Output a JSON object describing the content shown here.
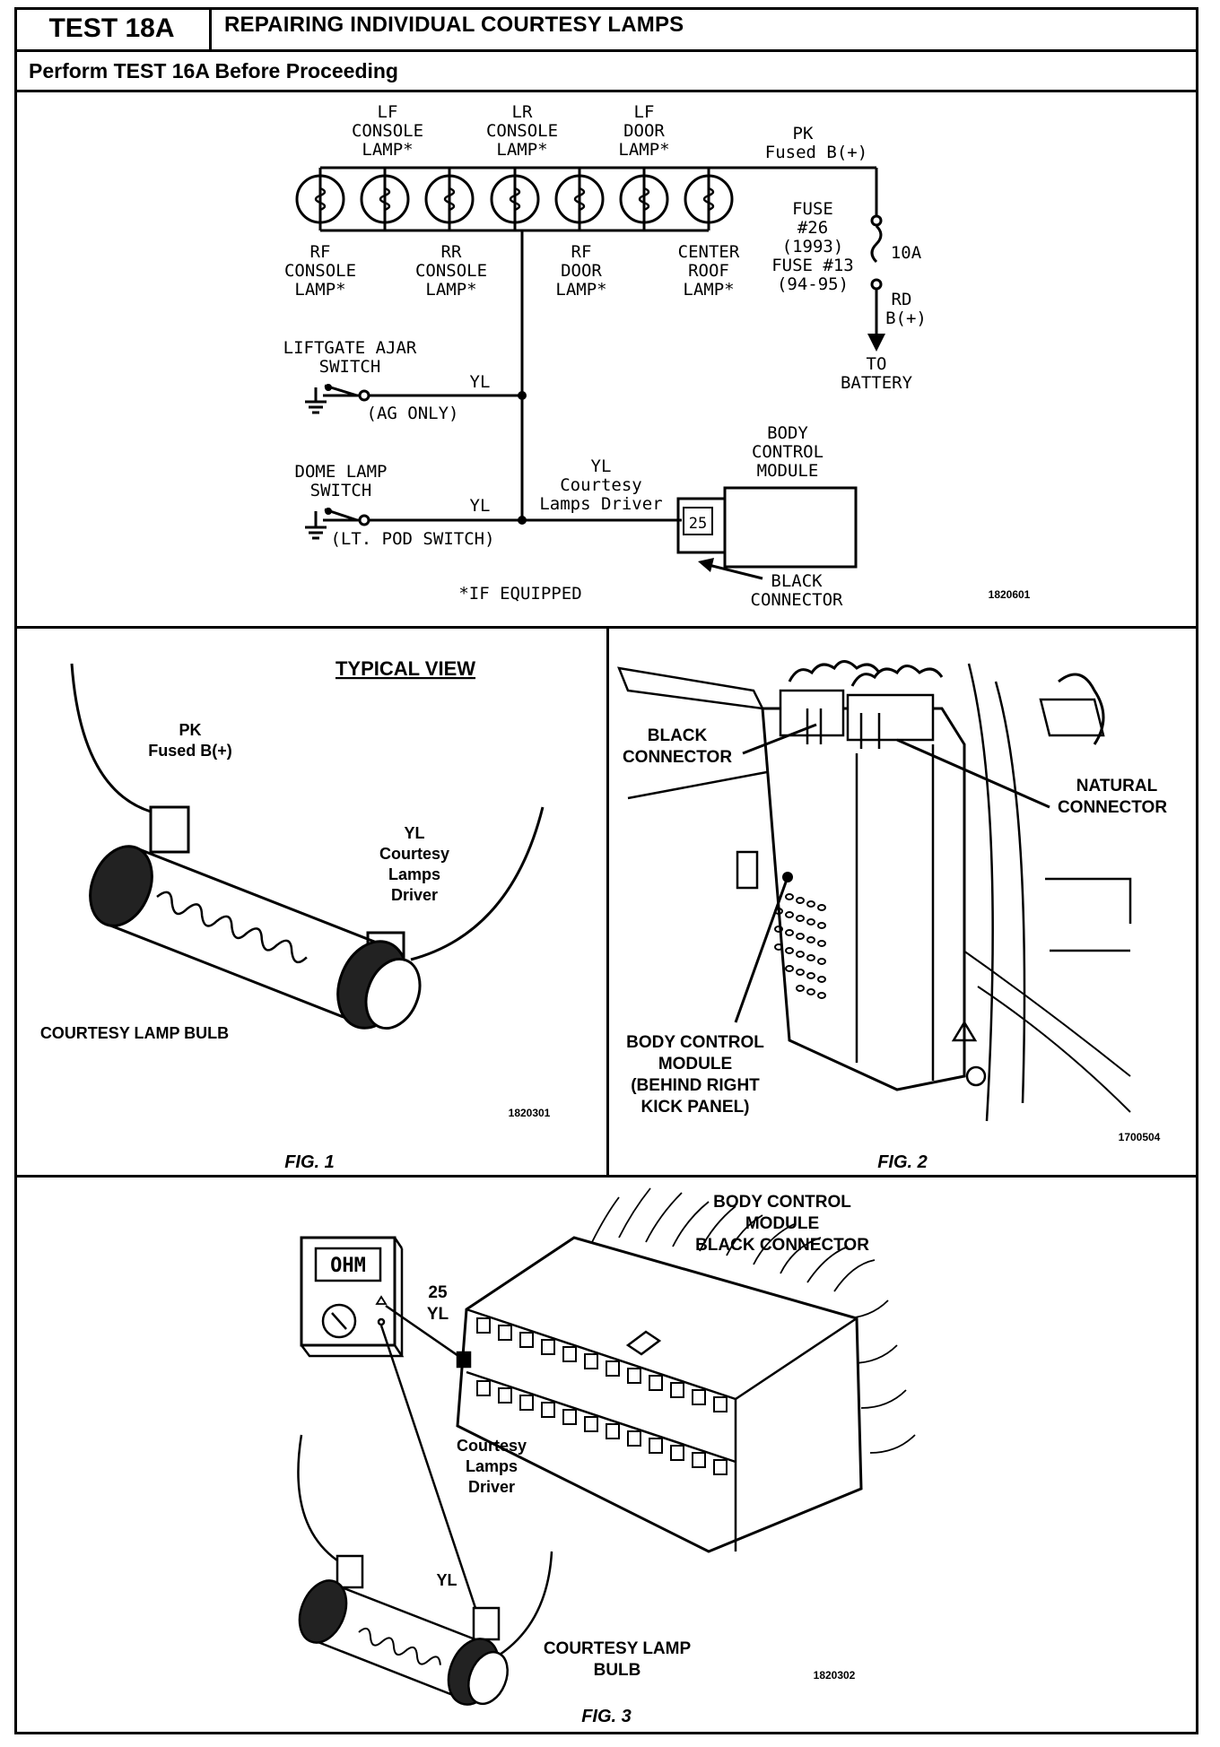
{
  "header": {
    "test_id": "TEST 18A",
    "title": "REPAIRING INDIVIDUAL COURTESY LAMPS",
    "subtitle": "Perform TEST 16A Before Proceeding"
  },
  "schematic": {
    "lamps_top": [
      {
        "l1": "LF",
        "l2": "CONSOLE",
        "l3": "LAMP*"
      },
      {
        "l1": "LR",
        "l2": "CONSOLE",
        "l3": "LAMP*"
      },
      {
        "l1": "LF",
        "l2": "DOOR",
        "l3": "LAMP*"
      }
    ],
    "lamps_bottom": [
      {
        "l1": "RF",
        "l2": "CONSOLE",
        "l3": "LAMP*"
      },
      {
        "l1": "RR",
        "l2": "CONSOLE",
        "l3": "LAMP*"
      },
      {
        "l1": "RF",
        "l2": "DOOR",
        "l3": "LAMP*"
      },
      {
        "l1": "CENTER",
        "l2": "ROOF",
        "l3": "LAMP*"
      }
    ],
    "pk_wire": {
      "l1": "PK",
      "l2": "Fused B(+)"
    },
    "fuse": {
      "l1": "FUSE",
      "l2": "#26",
      "l3": "(1993)",
      "l4": "FUSE #13",
      "l5": "(94-95)",
      "rating": "10A"
    },
    "rd_wire": {
      "l1": "RD",
      "l2": "B(+)"
    },
    "battery": {
      "l1": "TO",
      "l2": "BATTERY"
    },
    "liftgate_switch": {
      "l1": "LIFTGATE AJAR",
      "l2": "SWITCH",
      "note": "(AG ONLY)",
      "wire": "YL"
    },
    "dome_switch": {
      "l1": "DOME LAMP",
      "l2": "SWITCH",
      "note": "(LT. POD SWITCH)",
      "wire": "YL"
    },
    "driver_wire": {
      "l1": "YL",
      "l2": "Courtesy",
      "l3": "Lamps Driver"
    },
    "bcm": {
      "l1": "BODY",
      "l2": "CONTROL",
      "l3": "MODULE",
      "pin": "25"
    },
    "connector": {
      "l1": "BLACK",
      "l2": "CONNECTOR"
    },
    "footnote": "*IF EQUIPPED",
    "code": "1820601"
  },
  "fig1": {
    "view": "TYPICAL VIEW",
    "pk": {
      "l1": "PK",
      "l2": "Fused B(+)"
    },
    "yl": {
      "l1": "YL",
      "l2": "Courtesy",
      "l3": "Lamps",
      "l4": "Driver"
    },
    "bulb": "COURTESY LAMP BULB",
    "code": "1820301",
    "caption": "FIG. 1"
  },
  "fig2": {
    "black": {
      "l1": "BLACK",
      "l2": "CONNECTOR"
    },
    "natural": {
      "l1": "NATURAL",
      "l2": "CONNECTOR"
    },
    "bcm": {
      "l1": "BODY CONTROL",
      "l2": "MODULE",
      "l3": "(BEHIND RIGHT",
      "l4": "KICK PANEL)"
    },
    "code": "1700504",
    "caption": "FIG. 2"
  },
  "fig3": {
    "title": {
      "l1": "BODY CONTROL",
      "l2": "MODULE",
      "l3": "BLACK CONNECTOR"
    },
    "meter": "OHM",
    "pin": {
      "l1": "25",
      "l2": "YL"
    },
    "driver": {
      "l1": "Courtesy",
      "l2": "Lamps",
      "l3": "Driver"
    },
    "yl": "YL",
    "bulb": {
      "l1": "COURTESY LAMP",
      "l2": "BULB"
    },
    "code": "1820302",
    "caption": "FIG. 3"
  }
}
